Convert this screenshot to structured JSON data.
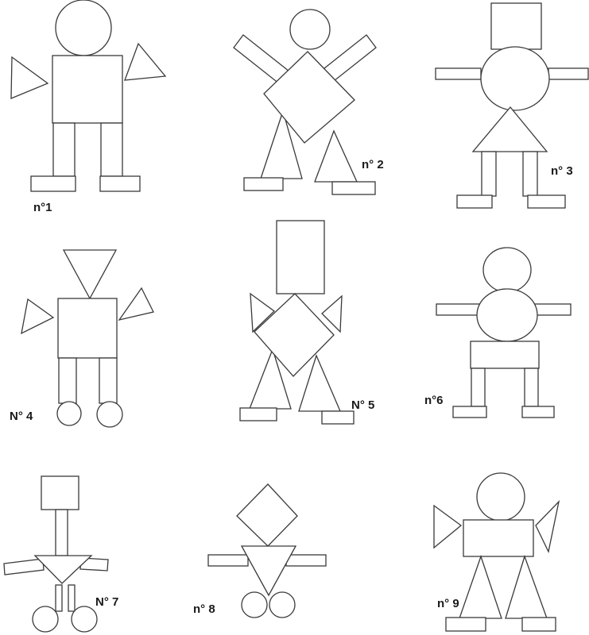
{
  "figures": [
    {
      "id": 1,
      "label": "n°1"
    },
    {
      "id": 2,
      "label": "n° 2"
    },
    {
      "id": 3,
      "label": "n° 3"
    },
    {
      "id": 4,
      "label": "N° 4"
    },
    {
      "id": 5,
      "label": "N° 5"
    },
    {
      "id": 6,
      "label": "n°6"
    },
    {
      "id": 7,
      "label": "N° 7"
    },
    {
      "id": 8,
      "label": "n° 8"
    },
    {
      "id": 9,
      "label": "n° 9"
    }
  ],
  "colors": {
    "stroke": "#3a3a3a",
    "fill": "#ffffff",
    "label": "#1a1a1a"
  }
}
